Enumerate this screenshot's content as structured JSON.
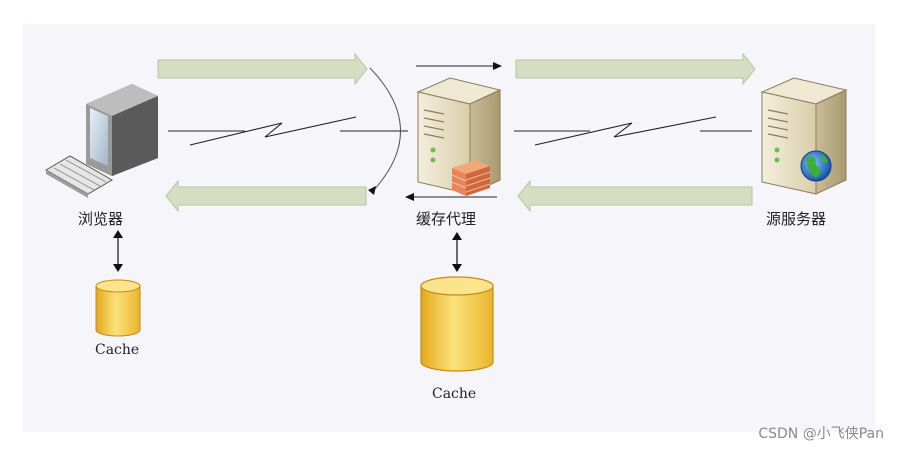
{
  "nodes": {
    "browser": "浏览器",
    "proxy": "缓存代理",
    "origin": "源服务器"
  },
  "caches": {
    "browser_cache": "Cache",
    "proxy_cache": "Cache"
  },
  "watermark": "CSDN @小飞侠Pan",
  "colors": {
    "arrow_fill": "#d5dec2",
    "cylinder_fill": "#f7cf45",
    "server_body": "#e9e1c9",
    "background": "#f6f5f9"
  }
}
